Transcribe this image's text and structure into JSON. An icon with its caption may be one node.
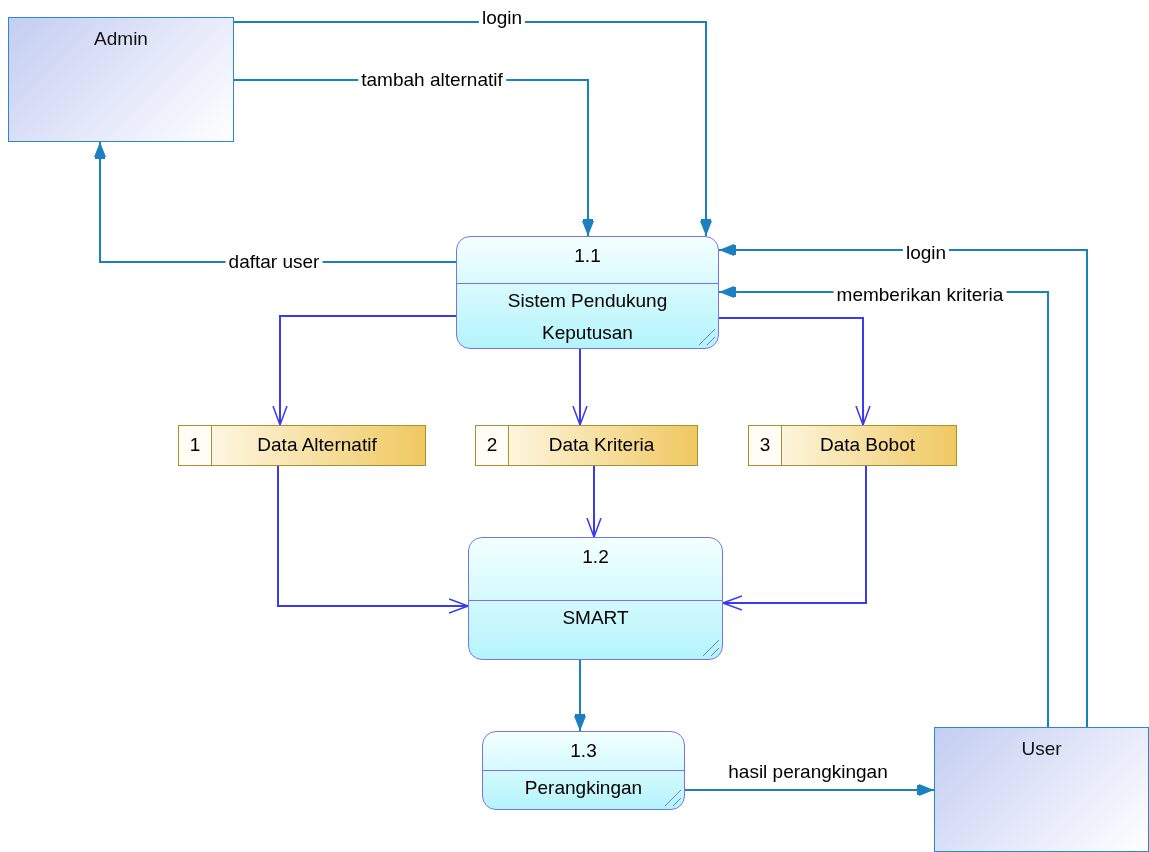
{
  "diagram": {
    "nodes": [
      {
        "text": [
          "Admin"
        ]
      },
      {
        "text": [
          "1.1",
          "Sistem Pendukung Keputusan"
        ]
      },
      {
        "text": [
          "1",
          "Data Alternatif"
        ]
      },
      {
        "text": [
          "2",
          "Data Kriteria"
        ]
      },
      {
        "text": [
          "3",
          "Data Bobot"
        ]
      },
      {
        "text": [
          "1.2",
          "SMART"
        ]
      },
      {
        "text": [
          "1.3",
          "Perangkingan"
        ]
      },
      {
        "text": [
          "User"
        ]
      }
    ],
    "edges": [
      {
        "from": 0,
        "to": 1,
        "arrow": "to",
        "label": "login"
      },
      {
        "from": 0,
        "to": 1,
        "arrow": "to",
        "label": "tambah alternatif"
      },
      {
        "from": 1,
        "to": 0,
        "arrow": "to",
        "label": "daftar user"
      },
      {
        "from": 7,
        "to": 1,
        "arrow": "to",
        "label": "login"
      },
      {
        "from": 7,
        "to": 1,
        "arrow": "to",
        "label": "memberikan kriteria"
      },
      {
        "from": 1,
        "to": 2,
        "arrow": "to",
        "color": "#3a3af0"
      },
      {
        "from": 1,
        "to": 3,
        "arrow": "to",
        "color": "#3a3af0"
      },
      {
        "from": 1,
        "to": 4,
        "arrow": "to",
        "color": "#3a3af0"
      },
      {
        "from": 2,
        "to": 5,
        "arrow": "to",
        "color": "#3a3af0"
      },
      {
        "from": 3,
        "to": 5,
        "arrow": "to",
        "color": "#3a3af0"
      },
      {
        "from": 4,
        "to": 5,
        "arrow": "to",
        "color": "#3a3af0"
      },
      {
        "from": 5,
        "to": 6,
        "arrow": "to"
      },
      {
        "from": 6,
        "to": 7,
        "arrow": "to",
        "label": "hasil perangkingan"
      }
    ]
  }
}
